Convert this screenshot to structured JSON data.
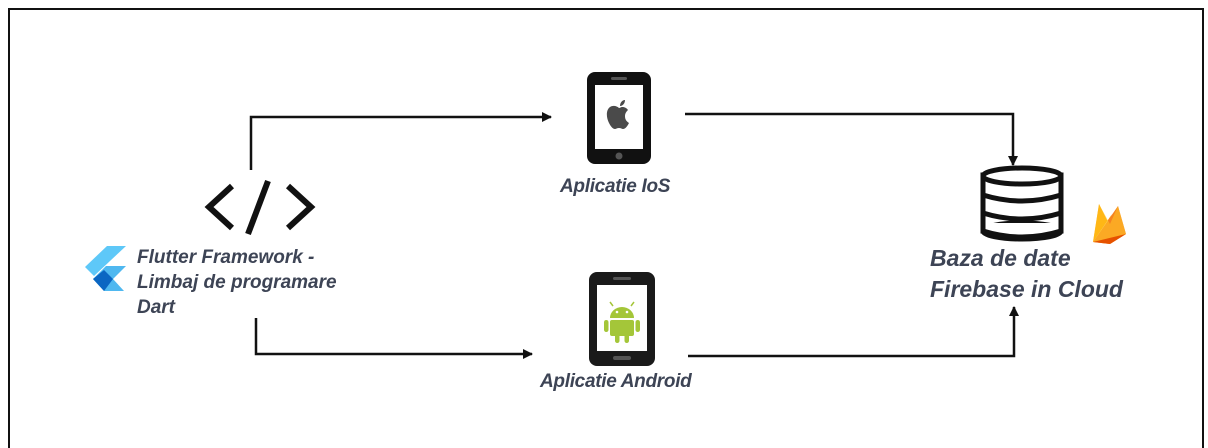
{
  "diagram": {
    "nodes": {
      "flutter": {
        "label": "Flutter Framework -\nLimbaj de programare\nDart",
        "icon": "code-brackets-icon",
        "logo": "flutter-logo-icon"
      },
      "ios": {
        "label": "Aplicatie IoS",
        "icon": "iphone-apple-icon"
      },
      "android": {
        "label": "Aplicatie Android",
        "icon": "android-phone-icon"
      },
      "firebase": {
        "label": "Baza de date\nFirebase in Cloud",
        "icon": "database-icon",
        "logo": "firebase-flame-icon"
      }
    },
    "edges": [
      {
        "from": "flutter",
        "to": "ios"
      },
      {
        "from": "flutter",
        "to": "android"
      },
      {
        "from": "ios",
        "to": "firebase"
      },
      {
        "from": "android",
        "to": "firebase"
      }
    ],
    "colors": {
      "line": "#111111",
      "label": "#3d4455",
      "android_green": "#a4c639",
      "flutter_light": "#5ec8f8",
      "flutter_dark": "#0b66c2",
      "firebase_yellow": "#ffca28",
      "firebase_orange": "#f58220"
    }
  }
}
